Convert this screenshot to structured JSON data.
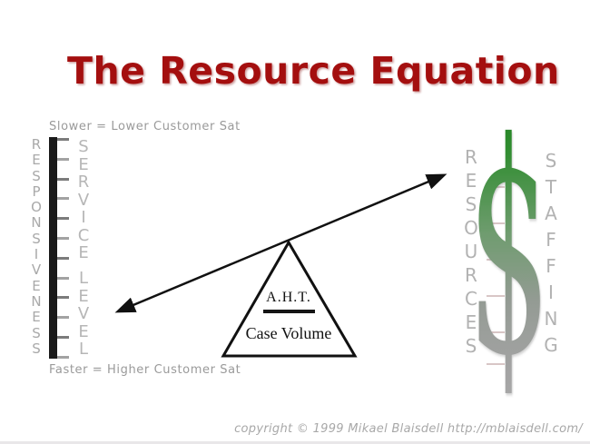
{
  "title": "The Resource Equation",
  "labels": {
    "top_left": "Slower = Lower Customer Sat",
    "bottom_left": "Faster = Higher Customer Sat"
  },
  "left_scale": {
    "outer_word": "RESPONSIVENESS",
    "inner_word_top": "SERVICE",
    "inner_word_bottom": "LEVEL"
  },
  "fulcrum": {
    "numerator": "A.H.T.",
    "denominator": "Case Volume"
  },
  "right_scale": {
    "left_word": "RESOURCES",
    "right_word": "STAFFING",
    "dollar_icon": "$"
  },
  "footer": {
    "copyright": "copyright © 1999 Mikael Blaisdell http://mblaisdell.com/"
  },
  "colors": {
    "title_red": "#a40f0f",
    "label_gray": "#9a9a9a",
    "letter_gray": "#b2b2b2",
    "ruler_ink": "#1a1a1a",
    "dollar_green_top": "#1d7c1d",
    "dollar_gray_bottom": "#aaaaaa"
  }
}
